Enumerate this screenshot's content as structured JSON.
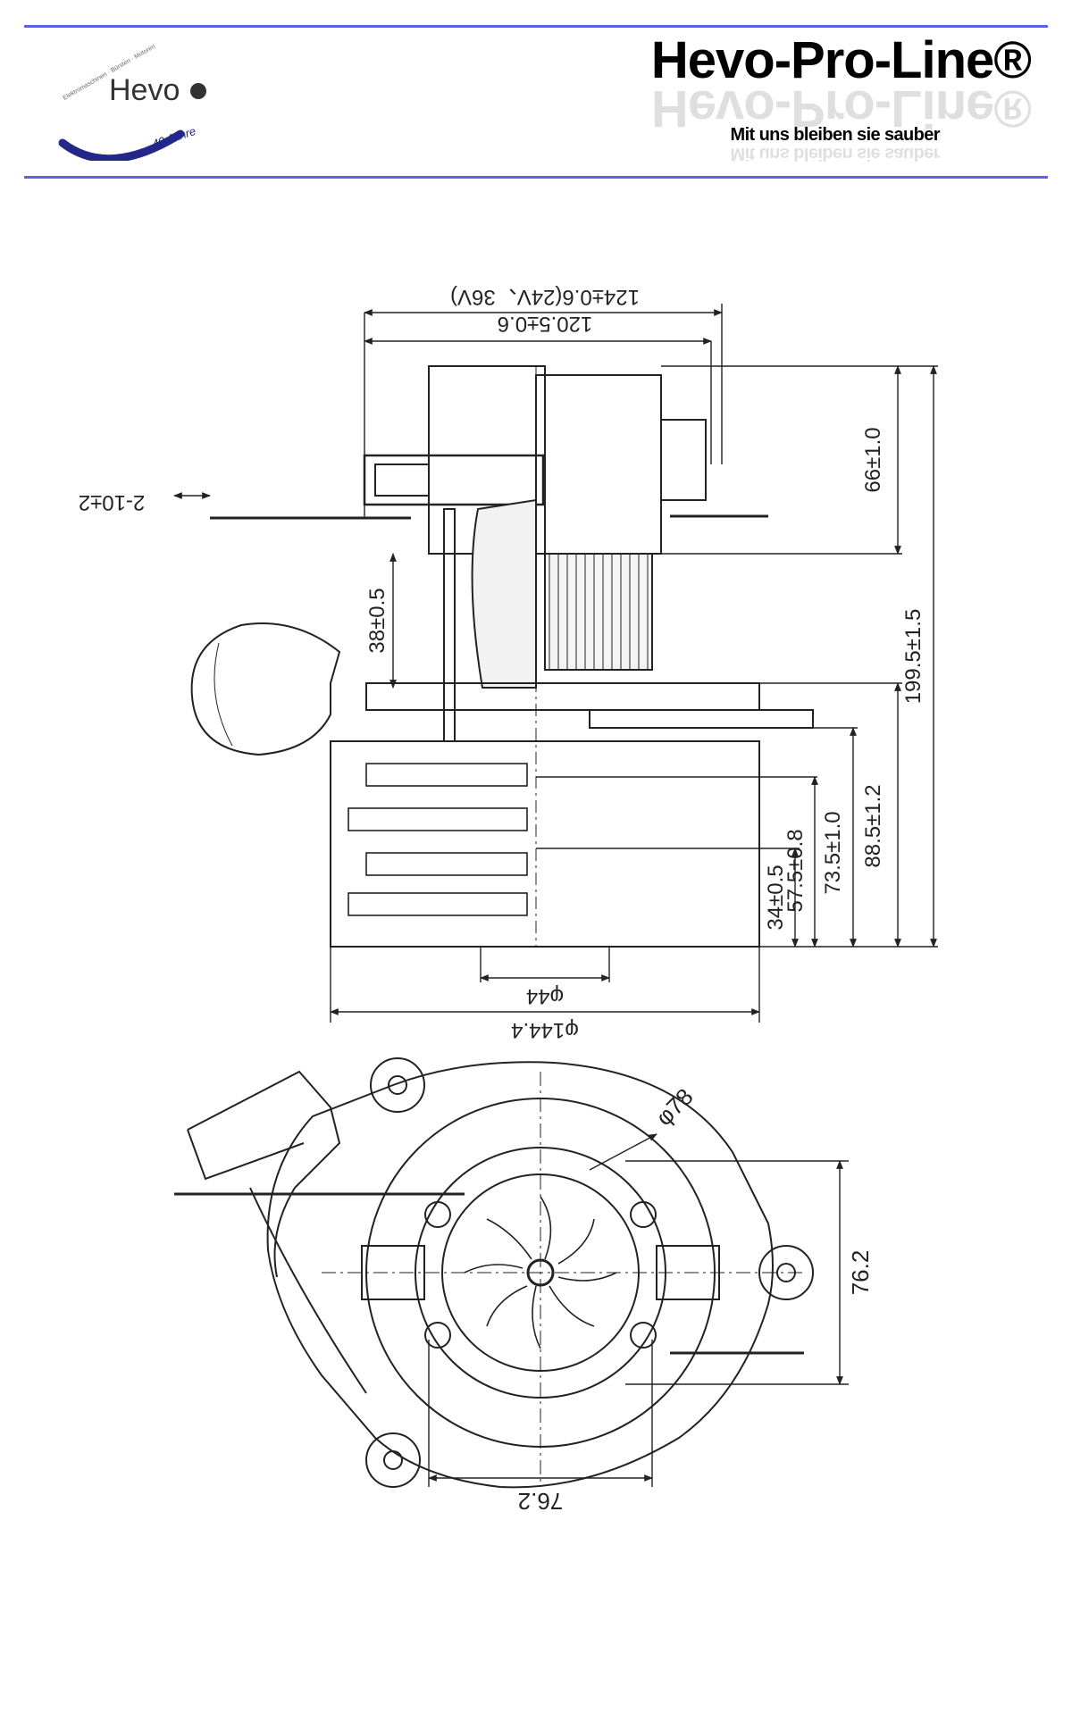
{
  "header": {
    "logo_name": "Hevo",
    "logo_arc_text": "Elektromaschinen · Bürsten · Motoren",
    "logo_anniversary": "40 Jahre",
    "brand_title": "Hevo-Pro-Line®",
    "tagline": "Mit uns bleiben sie sauber"
  },
  "side_view": {
    "dims": {
      "width_24v_36v": "124±0.6(24V、36V)",
      "width_main": "120.5±0.6",
      "lead_length": "2-10±2",
      "height_38": "38±0.5",
      "height_66": "66±1.0",
      "height_total": "199.5±1.5",
      "height_88": "88.5±1.2",
      "height_73": "73.5±1.0",
      "height_57": "57.5±0.8",
      "height_34": "34±0.5",
      "dia_44": "φ44",
      "dia_144": "φ144.4"
    }
  },
  "top_view": {
    "dims": {
      "dia_78": "φ78",
      "height_76": "76.2",
      "width_76": "76.2"
    }
  },
  "colors": {
    "header_rule": "#5a62e6",
    "line": "#222222"
  }
}
